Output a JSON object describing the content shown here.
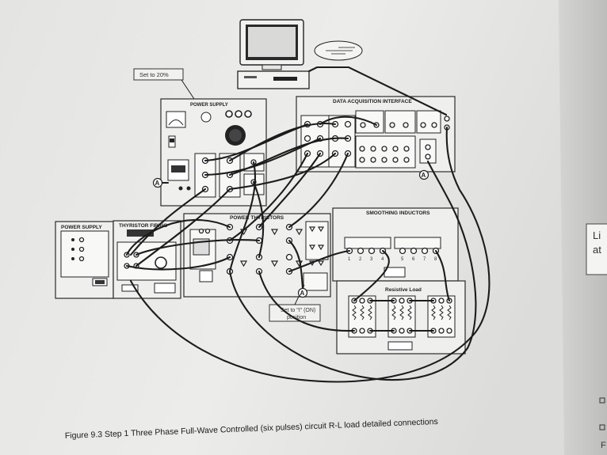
{
  "figure": {
    "caption": "Figure 9.3 Step 1 Three Phase Full-Wave Controlled (six pulses) circuit R-L load detailed connections"
  },
  "callouts": {
    "set_to_20": "Set to 20%",
    "set_to_1_line1": "Set to \"I\" (ON)",
    "set_to_1_line2": "position"
  },
  "modules": {
    "power_supply_top": "POWER SUPPLY",
    "data_acquisition": "DATA ACQUISITION INTERFACE",
    "power_supply_left": "POWER SUPPLY",
    "thyristor_firing": "THYRISTOR FIRING",
    "power_thyristors": "POWER THYRISTORS",
    "smoothing_inductors": "SMOOTHING INDUCTORS",
    "resistive_load": "Resistive Load"
  },
  "ammeter_symbol": "A",
  "inductor_numbers": [
    "1",
    "2",
    "3",
    "4",
    "5",
    "6",
    "7",
    "8"
  ],
  "side_text": {
    "right_top": "Li",
    "right_top2": "at",
    "right_bottom": "F"
  }
}
